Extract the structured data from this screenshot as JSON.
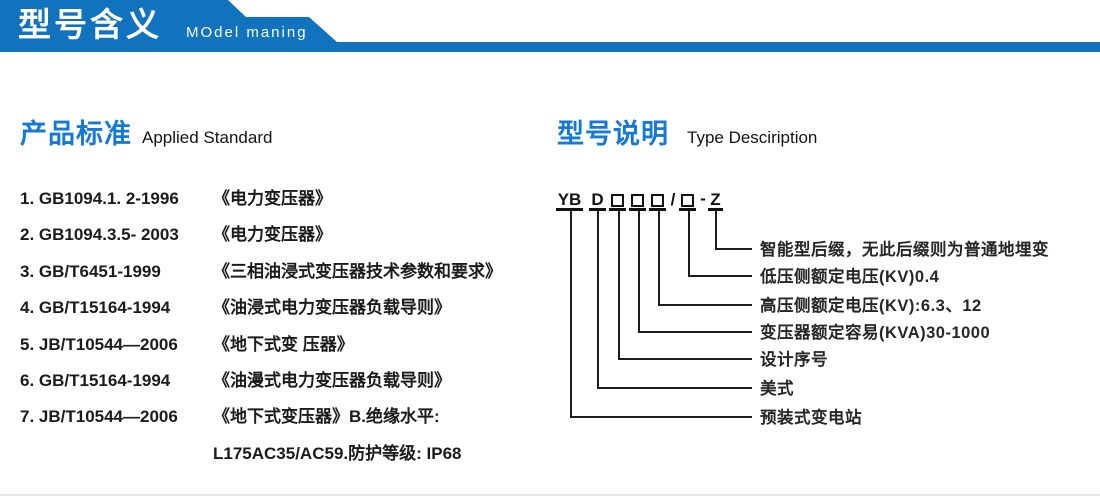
{
  "banner": {
    "title": "型号含义",
    "subtitle": "MOdel maning"
  },
  "colors": {
    "banner_blue": "#1173bd",
    "heading_blue": "#1579d8",
    "line_dark": "#1c1c1c"
  },
  "left_section": {
    "heading_cn": "产品标准",
    "heading_en": "Applied Standard",
    "items": [
      {
        "code": "1. GB1094.1. 2-1996",
        "title": "《电力变压器》"
      },
      {
        "code": "2. GB1094.3.5- 2003",
        "title": "《电力变压器》"
      },
      {
        "code": "3. GB/T6451-1999",
        "title": "《三相油浸式变压器技术参数和要求》"
      },
      {
        "code": "4. GB/T15164-1994",
        "title": "《油浸式电力变压器负载导则》"
      },
      {
        "code": "5. JB/T10544—2006",
        "title": "《地下式变 压器》"
      },
      {
        "code": "6. GB/T15164-1994",
        "title": "《油漫式电力变压器负载导则》"
      },
      {
        "code": "7. JB/T10544—2006",
        "title": "《地下式变压器》B.绝缘水平:"
      },
      {
        "code": "",
        "title": "L175AC35/AC59.防护等级: IP68"
      }
    ]
  },
  "right_section": {
    "heading_cn": "型号说明",
    "heading_en": "Type Desciription",
    "model_code": {
      "prefix": "YB",
      "type_letter": "D",
      "slash": "/",
      "dash": "-",
      "suffix": "Z"
    },
    "legend": [
      "智能型后缀，无此后缀则为普通地埋变",
      "低压侧额定电压(KV)0.4",
      "高压侧额定电压(KV):6.3、12",
      "变压器额定容易(KVA)30-1000",
      "设计序号",
      "美式",
      "预装式变电站"
    ]
  }
}
